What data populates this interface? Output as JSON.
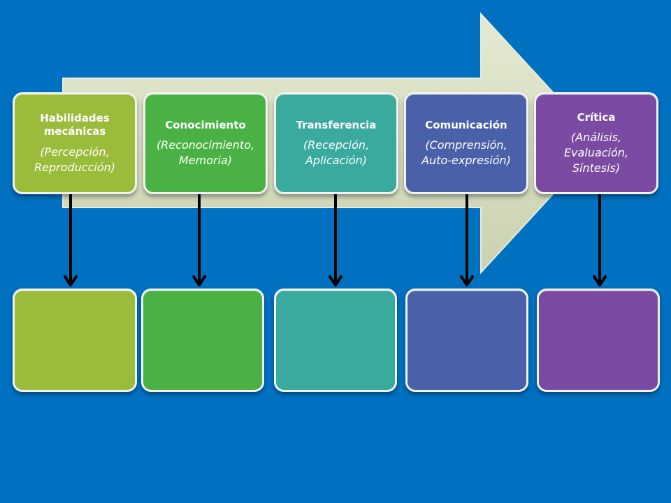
{
  "stages": [
    {
      "title": "Habilidades mecánicas",
      "subtitle": "(Percepción, Reproducción)",
      "color": "#9bbb3b"
    },
    {
      "title": "Conocimiento",
      "subtitle": "(Reconocimiento, Memoria)",
      "color": "#4ab244"
    },
    {
      "title": "Transferencia",
      "subtitle": "(Recepción, Aplicación)",
      "color": "#3aa99e"
    },
    {
      "title": "Comunicación",
      "subtitle": "(Comprensión, Auto-expresión)",
      "color": "#4a60a8"
    },
    {
      "title": "Crítica",
      "subtitle": "(Análisis, Evaluación, Síntesis)",
      "color": "#7b4aa2"
    }
  ],
  "colors": {
    "background": "#0070c0",
    "big_arrow": "#d4dcc0",
    "connector": "#000000"
  }
}
